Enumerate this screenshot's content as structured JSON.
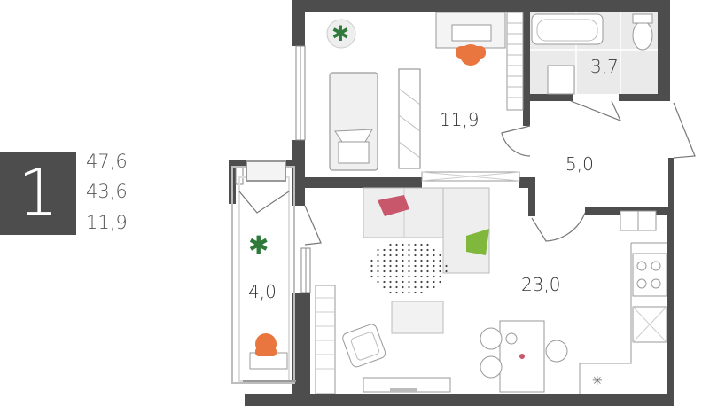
{
  "legend": {
    "rooms_count": "1",
    "areas": [
      "47,6",
      "43,6",
      "11,9"
    ]
  },
  "rooms": {
    "bedroom": "11,9",
    "bathroom": "3,7",
    "hall": "5,0",
    "living": "23,0",
    "balcony": "4,0"
  },
  "colors": {
    "wall": "#4d4d4d",
    "floor_tile": "#eaeaea",
    "accent_orange": "#e8763e",
    "accent_red": "#c9576b",
    "accent_green": "#7fb83c",
    "furniture_fill": "#f0f0f0",
    "furniture_stroke": "#999999"
  }
}
